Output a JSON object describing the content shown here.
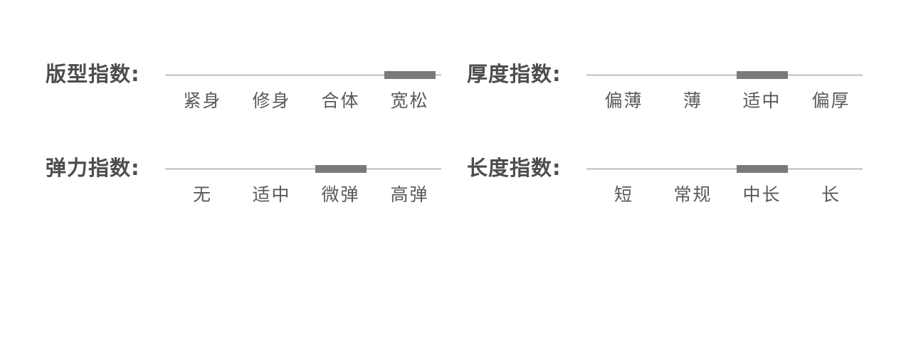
{
  "indicators": [
    {
      "title": "版型指数:",
      "options": [
        "紧身",
        "修身",
        "合体",
        "宽松"
      ],
      "selected_index": 3
    },
    {
      "title": "厚度指数:",
      "options": [
        "偏薄",
        "薄",
        "适中",
        "偏厚"
      ],
      "selected_index": 2
    },
    {
      "title": "弹力指数:",
      "options": [
        "无",
        "适中",
        "微弹",
        "高弹"
      ],
      "selected_index": 2
    },
    {
      "title": "长度指数:",
      "options": [
        "短",
        "常规",
        "中长",
        "长"
      ],
      "selected_index": 2
    }
  ],
  "colors": {
    "line": "#8c8c8c",
    "marker": "#7a7a7a",
    "text": "#5a5a5a",
    "title": "#4d4d4d"
  }
}
